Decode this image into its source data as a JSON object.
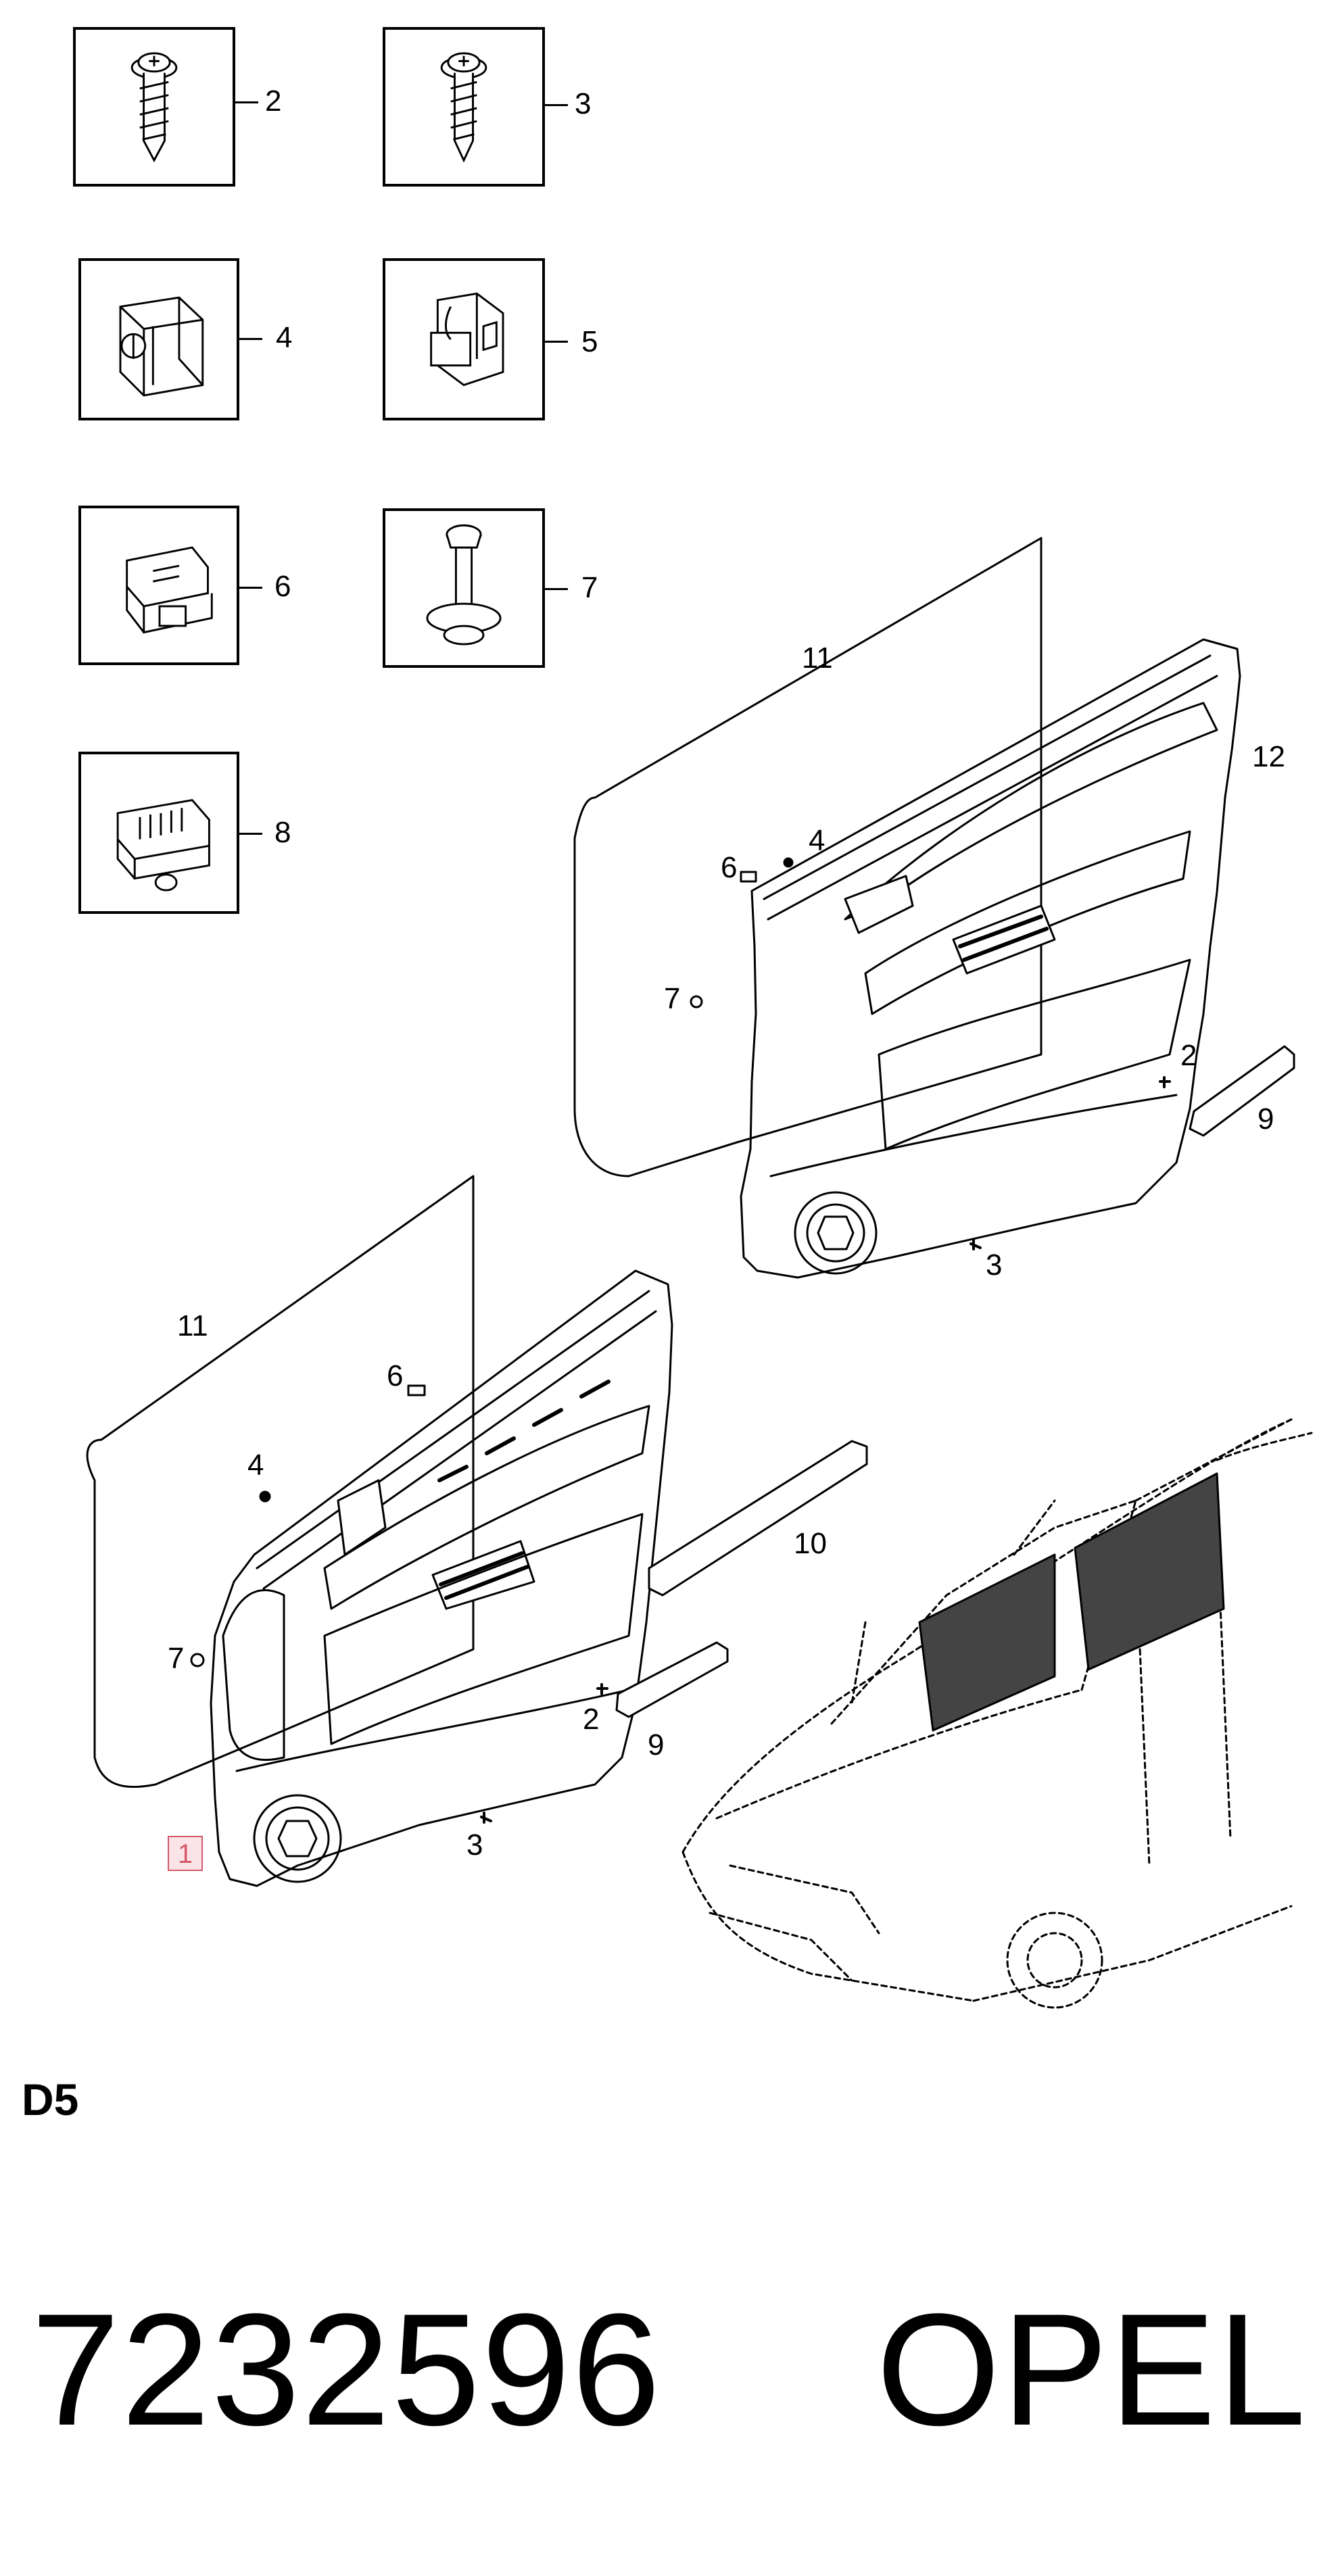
{
  "diagram": {
    "section": "D5",
    "part_number": "7232596",
    "brand": "OPEL",
    "highlighted_callout": "1",
    "fastener_callouts": [
      "2",
      "3",
      "4",
      "5",
      "6",
      "7",
      "8"
    ],
    "rear_door_callouts": [
      "11",
      "12",
      "4",
      "6",
      "7",
      "2",
      "9",
      "3"
    ],
    "front_door_callouts": [
      "11",
      "6",
      "4",
      "7",
      "10",
      "2",
      "9",
      "3"
    ]
  }
}
